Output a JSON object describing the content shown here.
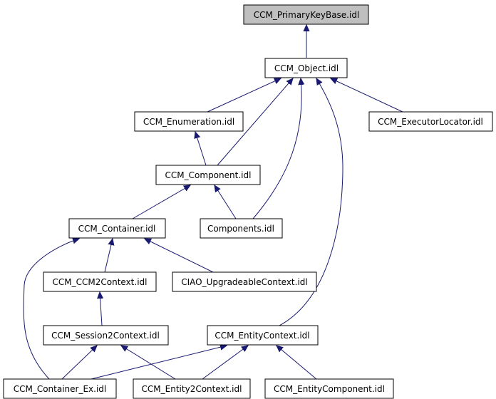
{
  "diagram": {
    "type": "include-dependency-graph",
    "colors": {
      "root_fill": "#bfbfbf",
      "node_fill": "#ffffff",
      "edge": "#191970",
      "border": "#000000"
    },
    "nodes": {
      "primarykeybase": "CCM_PrimaryKeyBase.idl",
      "object": "CCM_Object.idl",
      "enumeration": "CCM_Enumeration.idl",
      "executorlocator": "CCM_ExecutorLocator.idl",
      "component": "CCM_Component.idl",
      "container": "CCM_Container.idl",
      "components": "Components.idl",
      "ccm2context": "CCM_CCM2Context.idl",
      "upgradeablecontext": "CIAO_UpgradeableContext.idl",
      "session2context": "CCM_Session2Context.idl",
      "entitycontext": "CCM_EntityContext.idl",
      "container_ex": "CCM_Container_Ex.idl",
      "entity2context": "CCM_Entity2Context.idl",
      "entitycomponent": "CCM_EntityComponent.idl"
    },
    "edges": [
      {
        "from": "object",
        "to": "primarykeybase"
      },
      {
        "from": "enumeration",
        "to": "object"
      },
      {
        "from": "component",
        "to": "object"
      },
      {
        "from": "components",
        "to": "object"
      },
      {
        "from": "entitycontext",
        "to": "object"
      },
      {
        "from": "executorlocator",
        "to": "object"
      },
      {
        "from": "component",
        "to": "enumeration"
      },
      {
        "from": "container",
        "to": "component"
      },
      {
        "from": "components",
        "to": "component"
      },
      {
        "from": "container_ex",
        "to": "container"
      },
      {
        "from": "ccm2context",
        "to": "container"
      },
      {
        "from": "upgradeablecontext",
        "to": "container"
      },
      {
        "from": "session2context",
        "to": "ccm2context"
      },
      {
        "from": "container_ex",
        "to": "session2context"
      },
      {
        "from": "entity2context",
        "to": "session2context"
      },
      {
        "from": "container_ex",
        "to": "entitycontext"
      },
      {
        "from": "entity2context",
        "to": "entitycontext"
      },
      {
        "from": "entitycomponent",
        "to": "entitycontext"
      }
    ]
  }
}
